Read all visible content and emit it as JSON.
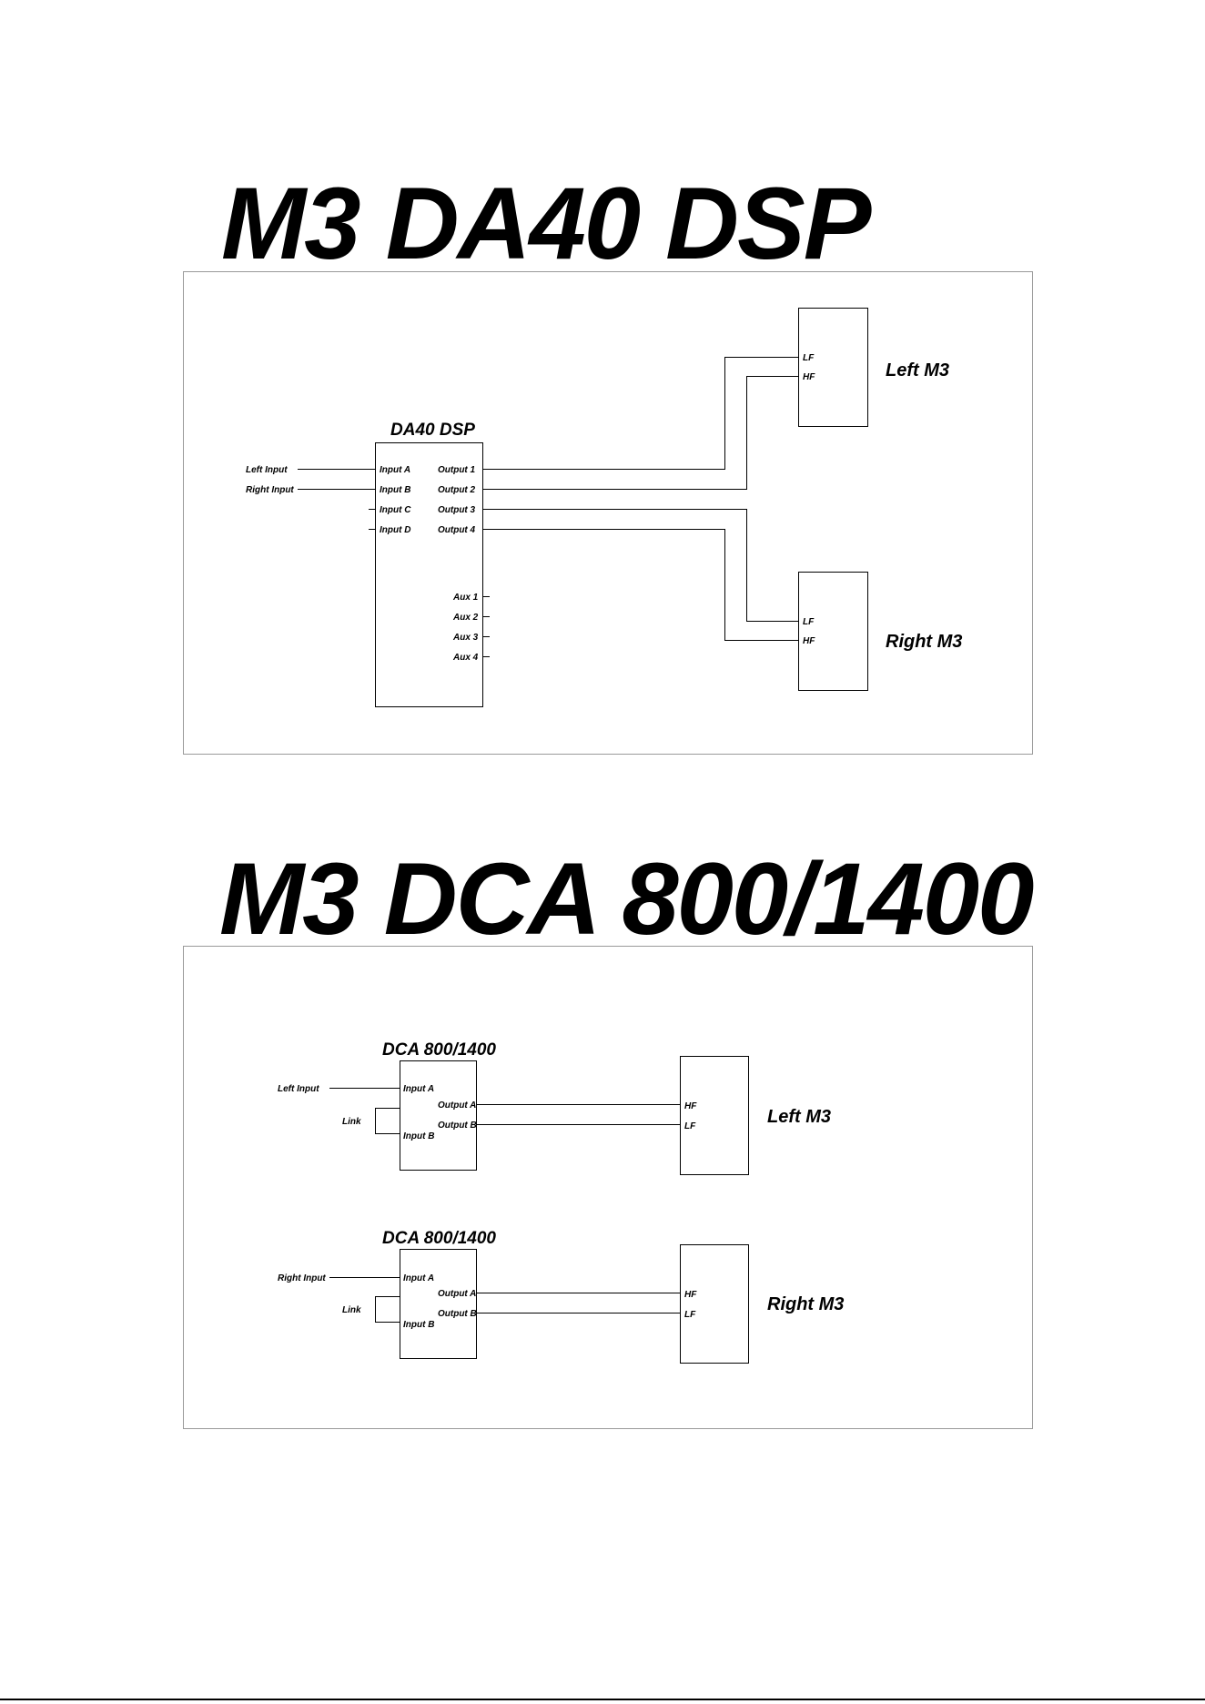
{
  "diagram1": {
    "heading": "M3 DA40 DSP",
    "processor_title": "DA40 DSP",
    "source_left": "Left Input",
    "source_right": "Right Input",
    "inputs": [
      "Input A",
      "Input B",
      "Input C",
      "Input D"
    ],
    "outputs": [
      "Output 1",
      "Output 2",
      "Output 3",
      "Output 4"
    ],
    "aux": [
      "Aux 1",
      "Aux 2",
      "Aux 3",
      "Aux 4"
    ],
    "speaker_left": {
      "name": "Left M3",
      "term1": "LF",
      "term2": "HF"
    },
    "speaker_right": {
      "name": "Right M3",
      "term1": "LF",
      "term2": "HF"
    }
  },
  "diagram2": {
    "heading": "M3 DCA 800/1400",
    "amps": [
      {
        "title": "DCA 800/1400",
        "source": "Left Input",
        "link": "Link",
        "input_a": "Input A",
        "input_b": "Input B",
        "output_a": "Output A",
        "output_b": "Output B",
        "speaker": {
          "name": "Left M3",
          "term1": "HF",
          "term2": "LF"
        }
      },
      {
        "title": "DCA 800/1400",
        "source": "Right Input",
        "link": "Link",
        "input_a": "Input A",
        "input_b": "Input B",
        "output_a": "Output A",
        "output_b": "Output B",
        "speaker": {
          "name": "Right M3",
          "term1": "HF",
          "term2": "LF"
        }
      }
    ]
  }
}
